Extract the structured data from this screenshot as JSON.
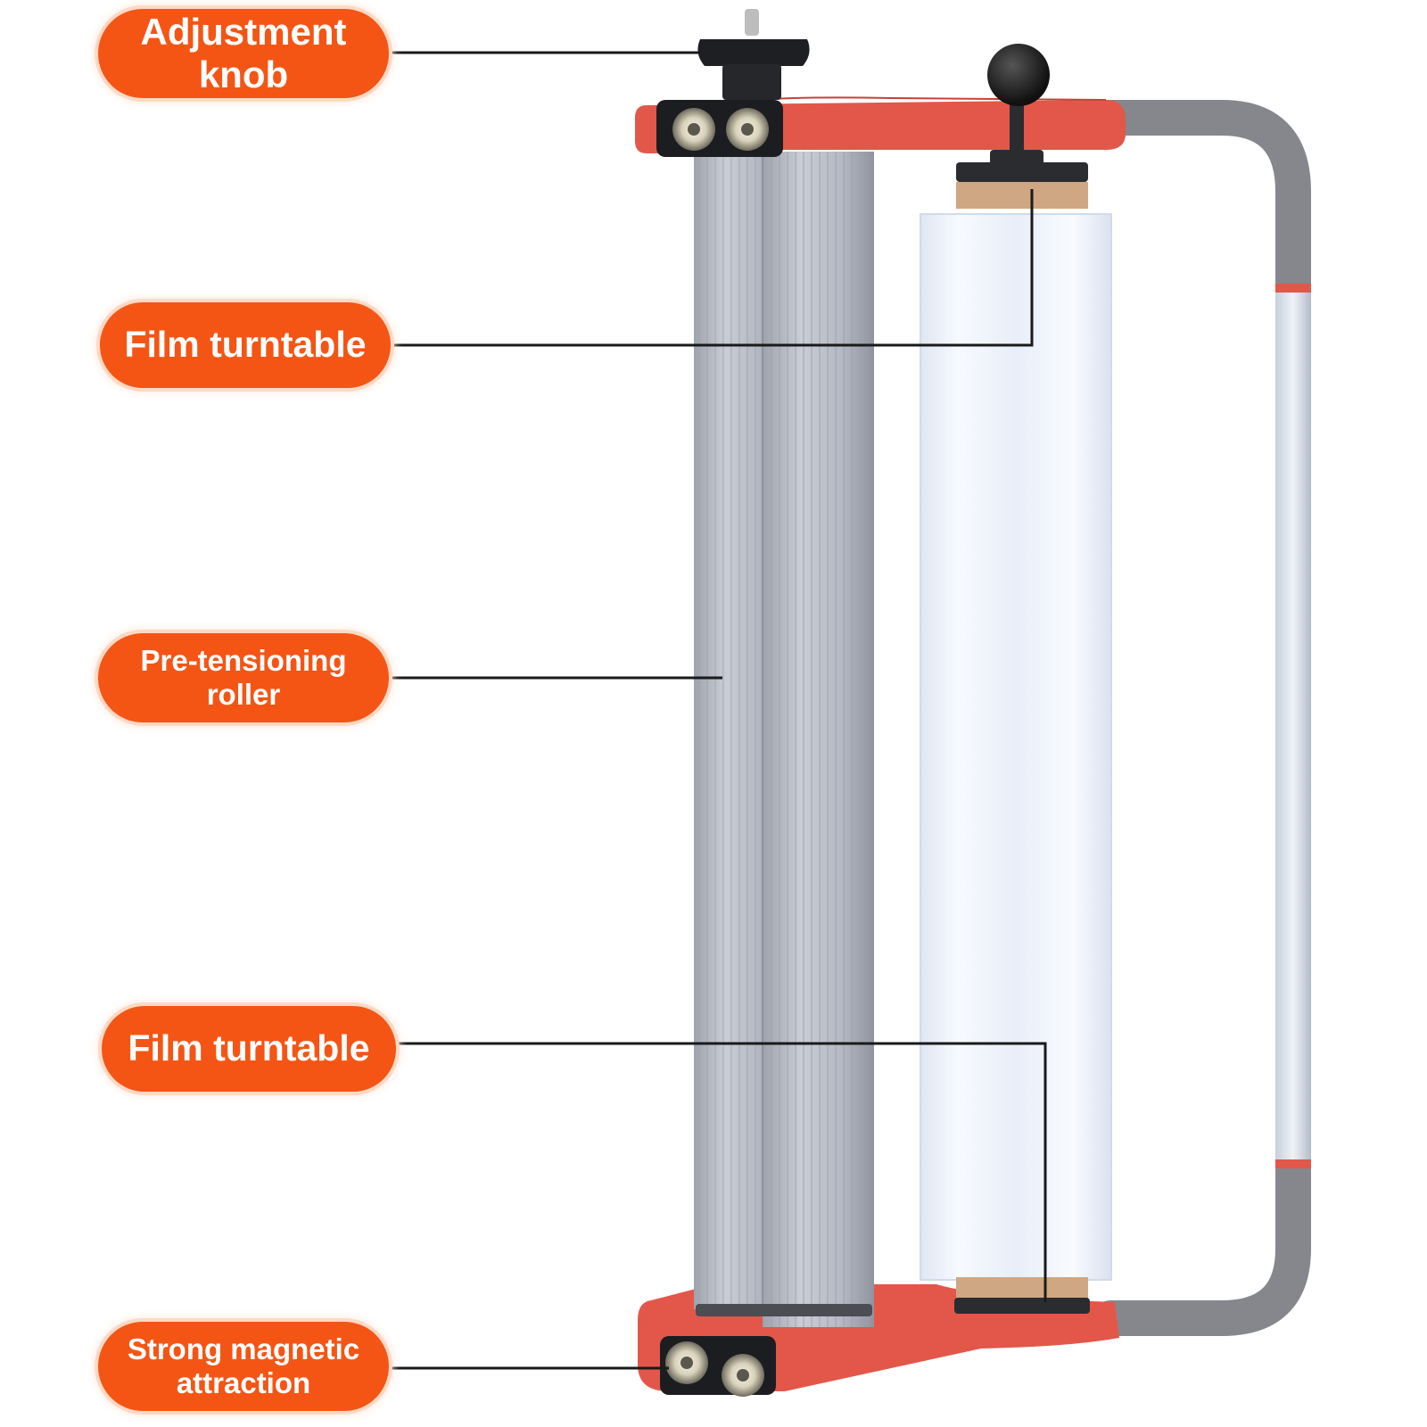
{
  "colors": {
    "label_bg": "#f45515",
    "label_text": "#ffffff",
    "leader_line": "#1a1a1a",
    "frame_red": "#e2574a",
    "frame_gray": "#85878c",
    "roller_gray": "#b7bcc6",
    "film": "#eaf0f8"
  },
  "callouts": [
    {
      "id": "adjustment-knob",
      "lines": [
        "Adjustment",
        "knob"
      ]
    },
    {
      "id": "film-turntable-top",
      "lines": [
        "Film turntable"
      ]
    },
    {
      "id": "pre-tensioning-roller",
      "lines": [
        "Pre-tensioning",
        "roller"
      ]
    },
    {
      "id": "film-turntable-bottom",
      "lines": [
        "Film turntable"
      ]
    },
    {
      "id": "strong-magnetic-attraction",
      "lines": [
        "Strong magnetic",
        "attraction"
      ]
    }
  ]
}
